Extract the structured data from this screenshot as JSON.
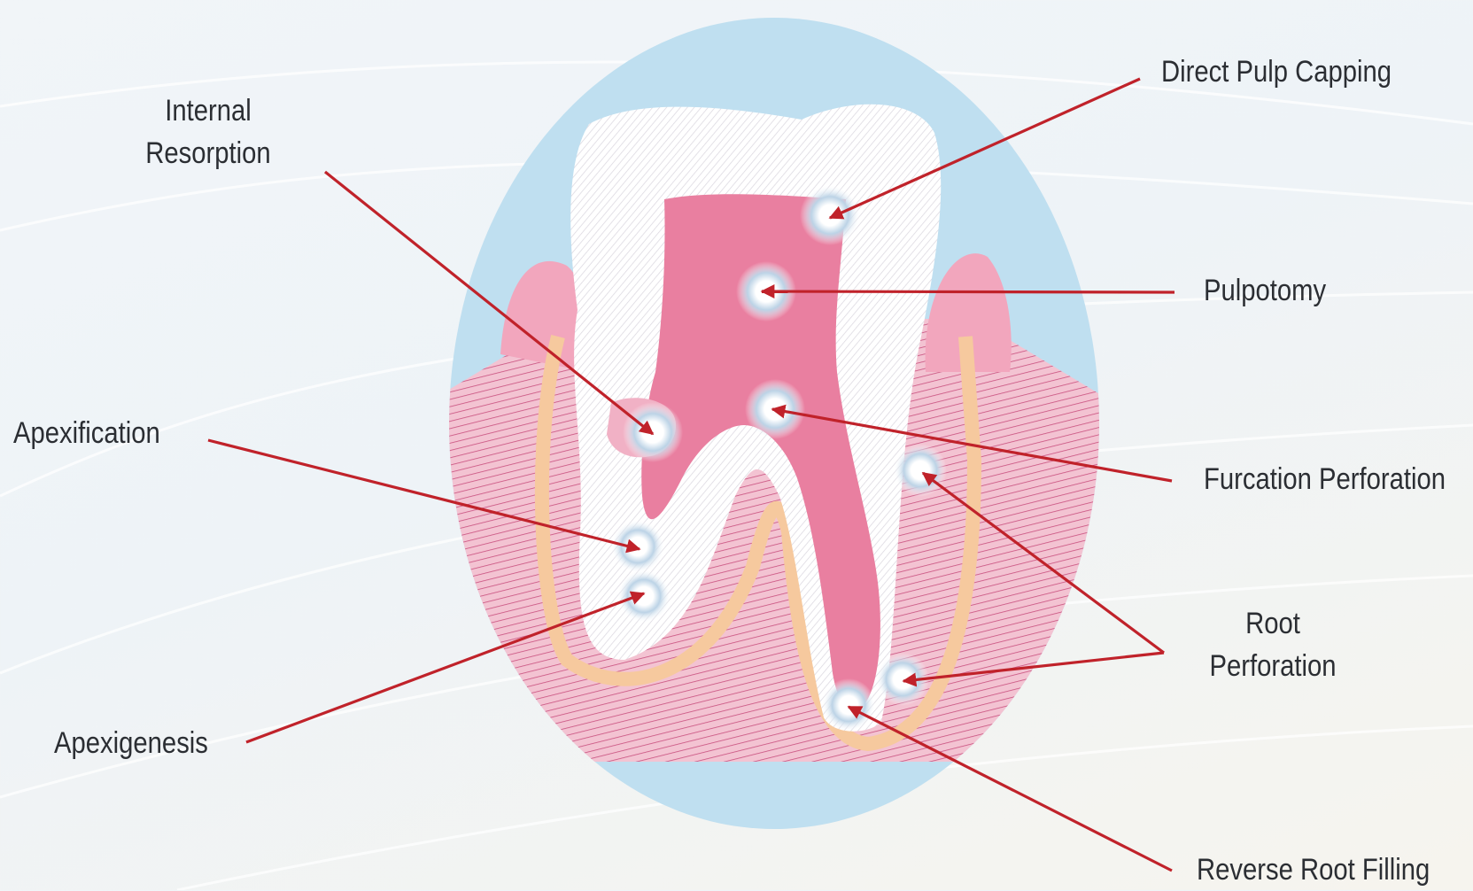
{
  "labels": {
    "internal_resorption": [
      "Internal",
      "Resorption"
    ],
    "direct_pulp_capping": "Direct Pulp Capping",
    "pulpotomy": "Pulpotomy",
    "apexification": "Apexification",
    "furcation_perforation": "Furcation Perforation",
    "root_perforation": [
      "Root",
      "Perforation"
    ],
    "apexigenesis": "Apexigenesis",
    "reverse_root_filling": "Reverse Root Filling"
  },
  "colors": {
    "background_oval": "#bfdff0",
    "tooth_enamel": "#ffffff",
    "pulp": "#e97fa0",
    "gingiva": "#f2a6bd",
    "bone_lines": "#c94f7e",
    "periodontal_line": "#f6c99e",
    "pointer": "#c0222a"
  }
}
